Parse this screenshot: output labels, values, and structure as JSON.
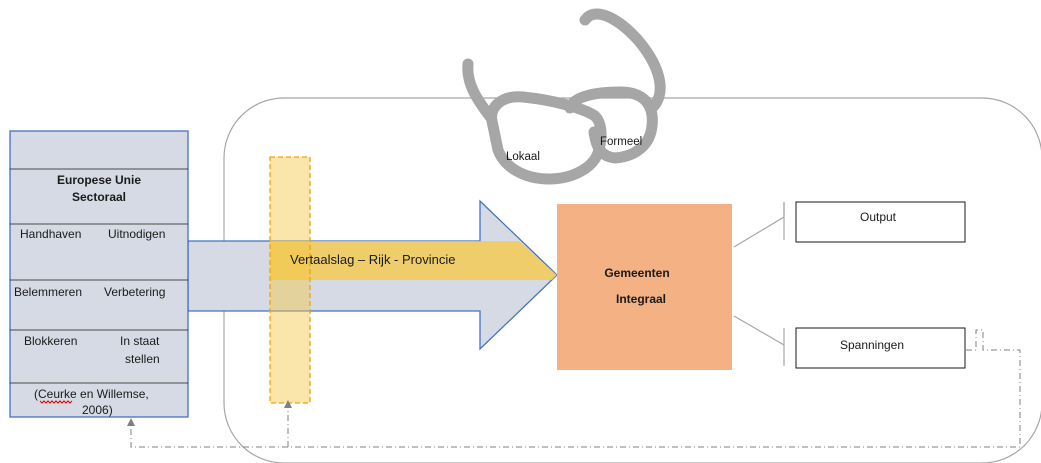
{
  "glasses": {
    "lens_right_label": "Formeel",
    "lens_left_label": "Lokaal"
  },
  "left_panel": {
    "heading_line1": "Europese Unie",
    "heading_line2": "Sectoraal",
    "rows": [
      {
        "left": "Handhaven",
        "right": "Uitnodigen"
      },
      {
        "left": "Belemmeren",
        "right": "Verbetering"
      },
      {
        "left": "Blokkeren",
        "right_line1": "In staat",
        "right_line2": "stellen"
      }
    ],
    "citation_line1_prefix": "(",
    "citation_misspelled": "Ceurke",
    "citation_line1_suffix": " en Willemse,",
    "citation_line2": "2006)"
  },
  "translation_layer": {
    "label": "Vertaalslag – Rijk - Provincie"
  },
  "municipality": {
    "line1": "Gemeenten",
    "line2": "Integraal"
  },
  "outcomes": {
    "output_label": "Output",
    "tensions_label": "Spanningen"
  },
  "colors": {
    "panel_fill": "#d6dae4",
    "panel_border": "#4472c4",
    "arrow_fill": "#d6dae4",
    "arrow_border": "#4472c4",
    "translation_fill": "#f5c842",
    "translation_border": "#f0a500",
    "municipality_fill": "#f4b183",
    "glasses_stroke": "#a6a6a6",
    "spellcheck_underline": "#e00000"
  }
}
